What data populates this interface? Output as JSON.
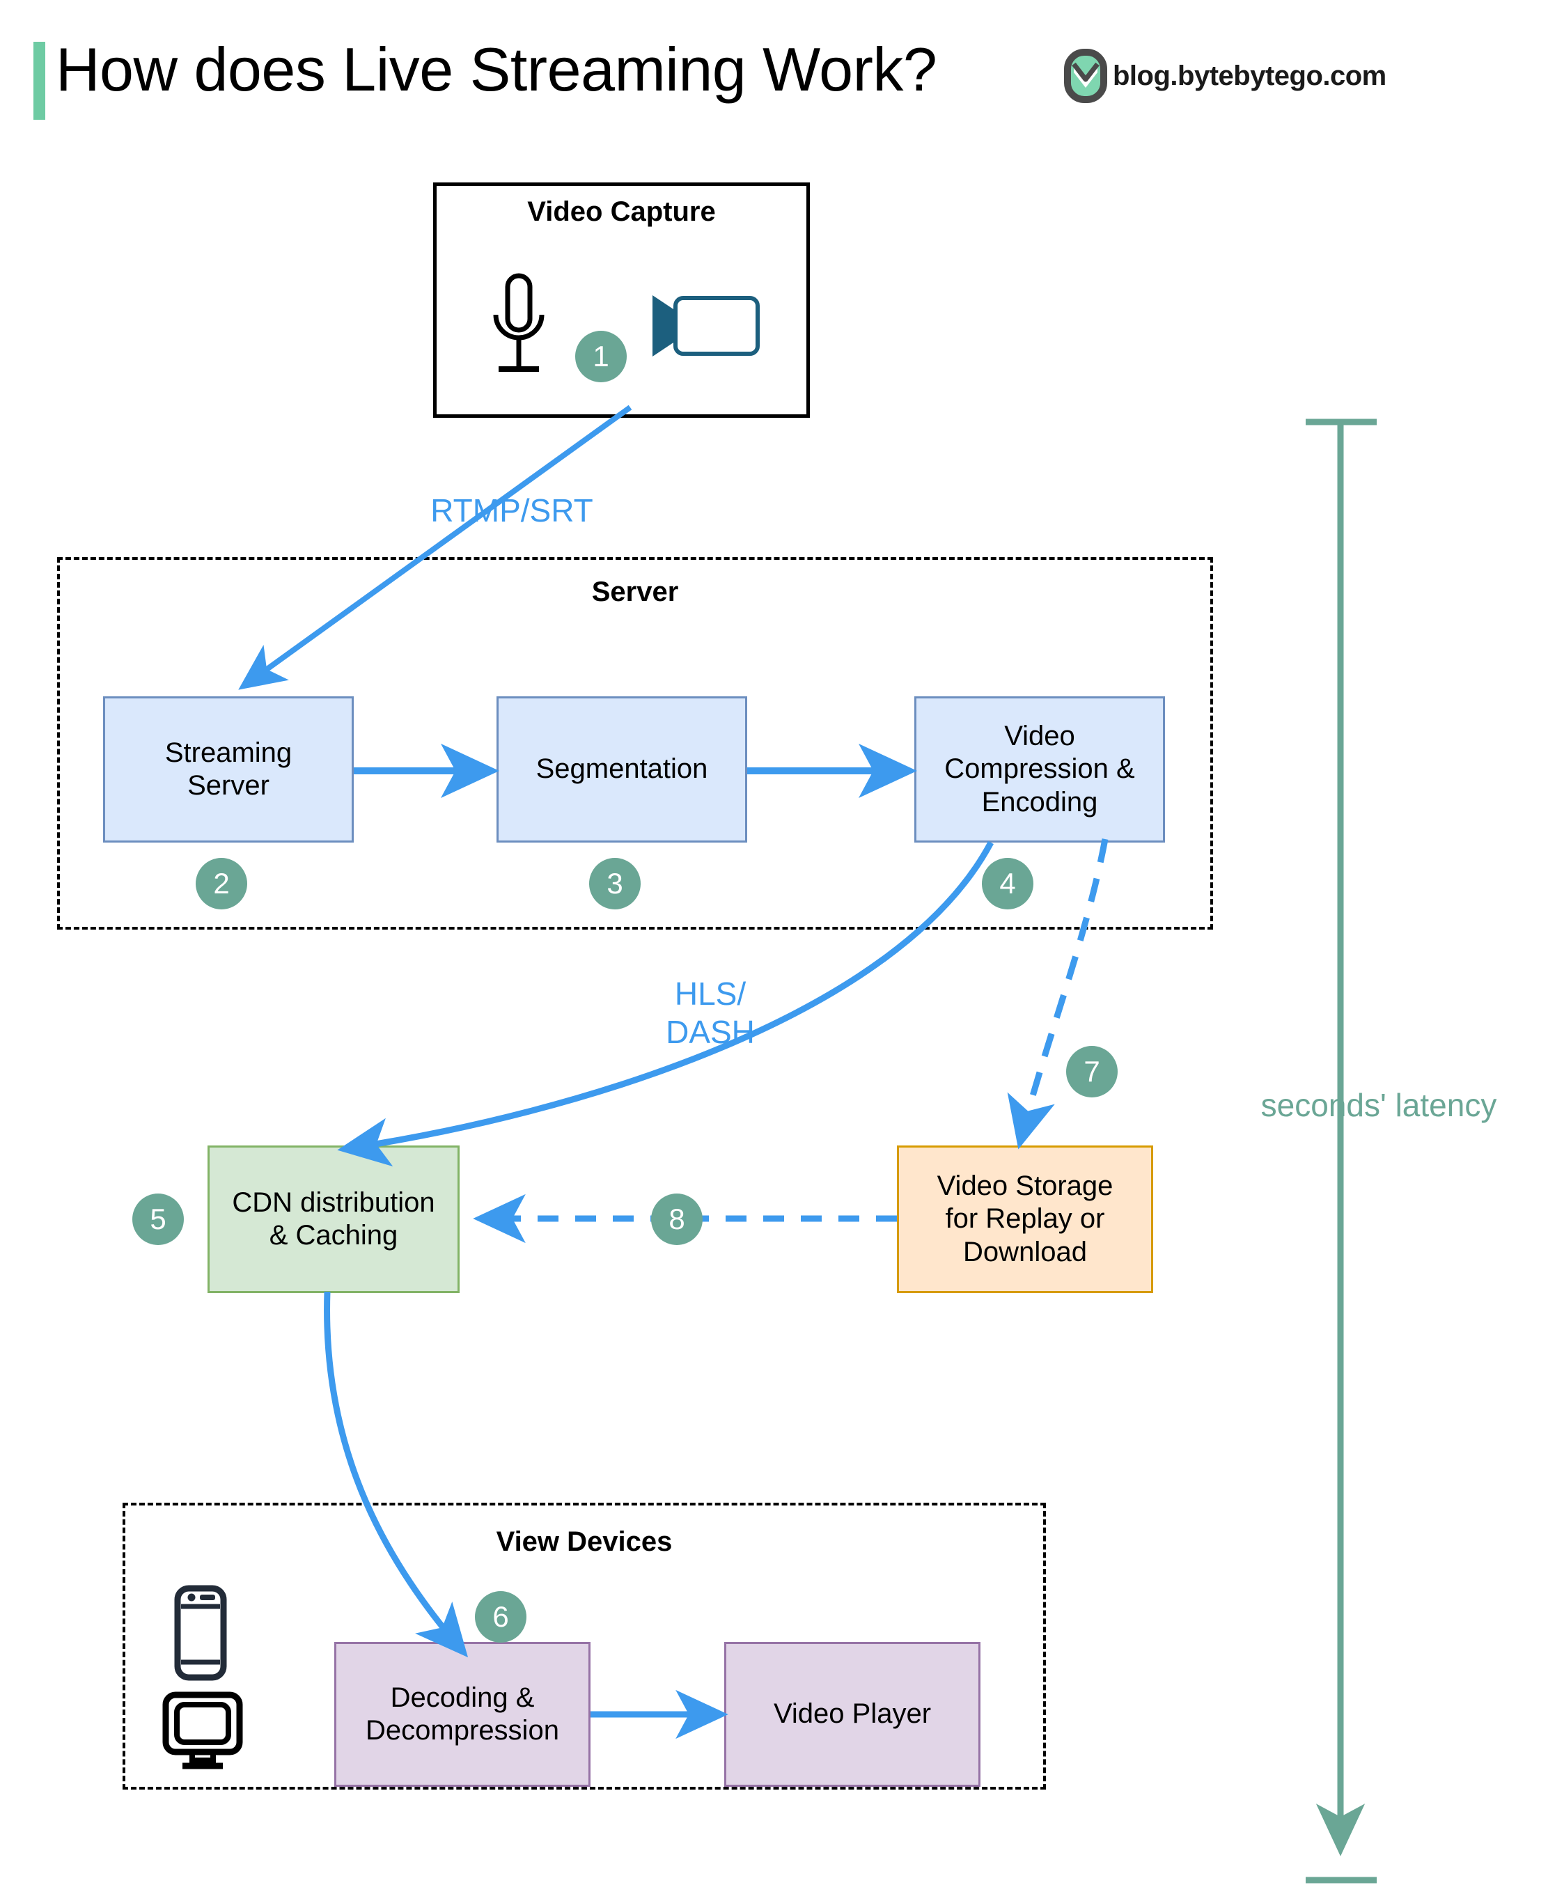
{
  "header": {
    "title": "How does Live Streaming Work?",
    "accent_color": "#6ecba3",
    "brand_text": "blog.bytebytego.com",
    "brand_logo_icon": "bytebytego-owl-logo-icon"
  },
  "groups": {
    "video_capture": {
      "label": "Video Capture",
      "style": "solid-black-border"
    },
    "server": {
      "label": "Server",
      "style": "dashed-black-border"
    },
    "view_devices": {
      "label": "View Devices",
      "style": "dashed-black-border"
    }
  },
  "icons": {
    "microphone": "microphone-icon",
    "video_camera": "video-camera-icon",
    "phone": "mobile-phone-icon",
    "monitor": "desktop-monitor-icon"
  },
  "nodes": [
    {
      "id": "streaming_server",
      "label": "Streaming\nServer",
      "fill": "#dae8fc",
      "stroke": "#6c8ebf",
      "badge": "2"
    },
    {
      "id": "segmentation",
      "label": "Segmentation",
      "fill": "#dae8fc",
      "stroke": "#6c8ebf",
      "badge": "3"
    },
    {
      "id": "video_compression",
      "label": "Video\nCompression &\nEncoding",
      "fill": "#dae8fc",
      "stroke": "#6c8ebf",
      "badge": "4"
    },
    {
      "id": "cdn",
      "label": "CDN distribution\n& Caching",
      "fill": "#d5e8d4",
      "stroke": "#82b366",
      "badge": "5"
    },
    {
      "id": "video_storage",
      "label": "Video Storage\nfor Replay or\nDownload",
      "fill": "#ffe6cc",
      "stroke": "#d79b00",
      "badge": "7"
    },
    {
      "id": "decoding",
      "label": "Decoding &\nDecompression",
      "fill": "#e1d5e7",
      "stroke": "#9673a6",
      "badge": "6"
    },
    {
      "id": "video_player",
      "label": "Video Player",
      "fill": "#e1d5e7",
      "stroke": "#9673a6",
      "badge": ""
    }
  ],
  "badges": {
    "b1": "1",
    "b2": "2",
    "b3": "3",
    "b4": "4",
    "b5": "5",
    "b6": "6",
    "b7": "7",
    "b8": "8"
  },
  "edges": [
    {
      "from": "video_capture",
      "to": "streaming_server",
      "label": "RTMP/SRT",
      "style": "solid",
      "color": "#3d9aee"
    },
    {
      "from": "streaming_server",
      "to": "segmentation",
      "label": "",
      "style": "solid",
      "color": "#3d9aee"
    },
    {
      "from": "segmentation",
      "to": "video_compression",
      "label": "",
      "style": "solid",
      "color": "#3d9aee"
    },
    {
      "from": "video_compression",
      "to": "cdn",
      "label": "HLS/\nDASH",
      "style": "solid",
      "color": "#3d9aee"
    },
    {
      "from": "video_compression",
      "to": "video_storage",
      "label": "",
      "style": "dashed",
      "color": "#3d9aee"
    },
    {
      "from": "video_storage",
      "to": "cdn",
      "label": "",
      "style": "dashed",
      "color": "#3d9aee"
    },
    {
      "from": "cdn",
      "to": "decoding",
      "label": "",
      "style": "solid",
      "color": "#3d9aee"
    },
    {
      "from": "decoding",
      "to": "video_player",
      "label": "",
      "style": "solid",
      "color": "#3d9aee"
    }
  ],
  "edge_labels": {
    "rtmp_srt": "RTMP/SRT",
    "hls_dash": "HLS/\nDASH"
  },
  "latency": {
    "label": "seconds' latency",
    "color": "#6aa695"
  },
  "colors": {
    "accent_green": "#6ecba3",
    "badge_teal": "#6aa695",
    "arrow_blue": "#3d9aee",
    "blue_fill": "#dae8fc",
    "blue_stroke": "#6c8ebf",
    "green_fill": "#d5e8d4",
    "green_stroke": "#82b366",
    "orange_fill": "#ffe6cc",
    "orange_stroke": "#d79b00",
    "purple_fill": "#e1d5e7",
    "purple_stroke": "#9673a6",
    "camera_icon": "#1c5f7e",
    "device_icon": "#222b38"
  }
}
